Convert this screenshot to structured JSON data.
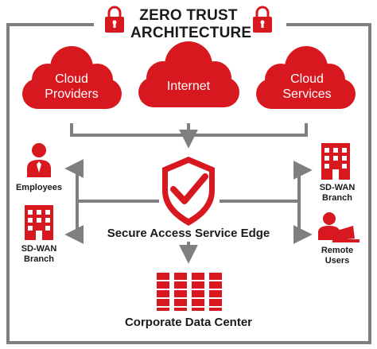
{
  "title": {
    "line1": "ZERO TRUST",
    "line2": "ARCHITECTURE"
  },
  "clouds": [
    {
      "line1": "Cloud",
      "line2": "Providers"
    },
    {
      "line1": "Internet",
      "line2": ""
    },
    {
      "line1": "Cloud",
      "line2": "Services"
    }
  ],
  "center": {
    "label": "Secure Access Service Edge"
  },
  "left_nodes": [
    {
      "line1": "Employees",
      "line2": "",
      "icon": "person-icon"
    },
    {
      "line1": "SD-WAN",
      "line2": "Branch",
      "icon": "building-icon"
    }
  ],
  "right_nodes": [
    {
      "line1": "SD-WAN",
      "line2": "Branch",
      "icon": "building-icon"
    },
    {
      "line1": "Remote",
      "line2": "Users",
      "icon": "remote-user-icon"
    }
  ],
  "bottom": {
    "label": "Corporate Data Center",
    "icon": "server-rack-icon"
  },
  "colors": {
    "accent": "#d7191f",
    "frame": "#7f7f7f",
    "text": "#1a1a1a"
  }
}
